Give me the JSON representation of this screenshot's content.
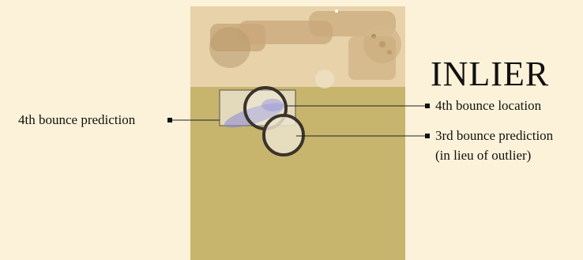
{
  "figure": {
    "title": "INLIER",
    "labels": {
      "bounce4_prediction": "4th bounce prediction",
      "bounce4_location": "4th bounce location",
      "bounce3_prediction_line1": "3rd bounce prediction",
      "bounce3_prediction_line2": "(in lieu of outlier)"
    }
  },
  "colors": {
    "background": "#fcf2d9",
    "table": "#c7b56e",
    "wall": "#e7d2aa",
    "circle_stroke": "#3a332a",
    "prediction_box": "#e6e0c8",
    "ball_blur": "#8a86d6"
  },
  "icons": {
    "bullet": "square-bullet-icon",
    "circle": "circle-marker-icon"
  }
}
